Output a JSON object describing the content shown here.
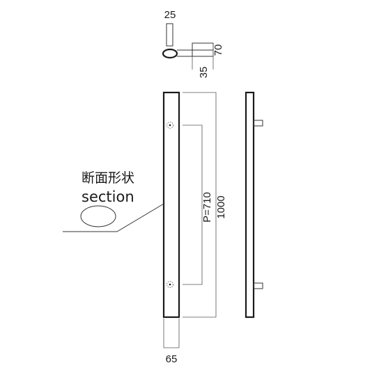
{
  "drawing": {
    "dimensions": {
      "top_width": "25",
      "top_height": "70",
      "top_depth": "35",
      "pitch": "P=710",
      "overall_length": "1000",
      "bottom_width": "65"
    },
    "callout": {
      "label_ja": "断面形状",
      "label_en": "section"
    }
  }
}
